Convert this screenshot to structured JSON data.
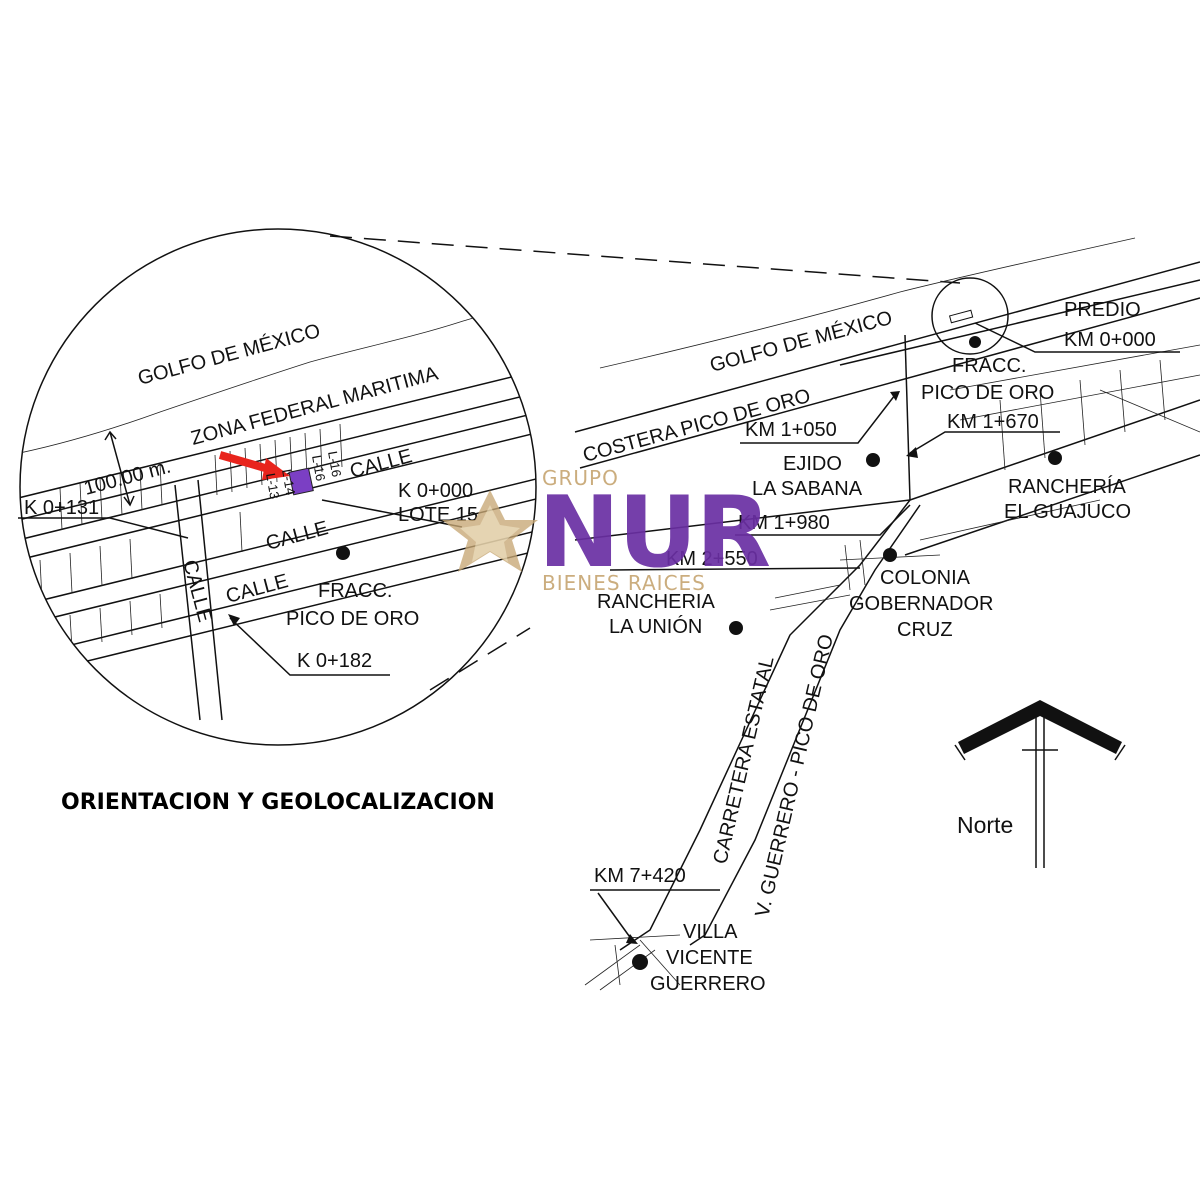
{
  "title": "ORIENTACION Y GEOLOCALIZACION",
  "brand": {
    "top": "GRUPO",
    "main": "NUR",
    "bottom": "BIENES RAICES",
    "colors": {
      "purple": "#6a2fa3",
      "gold": "#c7a774"
    }
  },
  "marker_color": "#7b3fc4",
  "arrow_color": "#e8241c",
  "compass": {
    "label": "Norte",
    "icon": "north-arrow-icon"
  },
  "detail": {
    "golfo": "GOLFO DE MÉXICO",
    "zona": "ZONA FEDERAL MARITIMA",
    "distance": "100.00 m.",
    "calle_1": "CALLE",
    "calle_2": "CALLE",
    "calle_3": "CALLE",
    "calle_4": "CALLE",
    "k0000": "K 0+000",
    "lote": "LOTE 15",
    "k0131": "K 0+131",
    "k0182": "K 0+182",
    "fracc": "FRACC.",
    "fracc_name": "PICO DE ORO",
    "lot_l16a": "L-16",
    "lot_l16b": "L-16",
    "lot_l14": "L-14",
    "lot_l13": "L-13"
  },
  "overview": {
    "golfo": "GOLFO DE MÉXICO",
    "predio": "PREDIO",
    "km0000": "KM 0+000",
    "costera": "COSTERA PICO DE ORO",
    "fracc": "FRACC.",
    "fracc_name": "PICO DE ORO",
    "km1050": "KM 1+050",
    "km1670": "KM 1+670",
    "ejido": "EJIDO",
    "ejido_name": "LA SABANA",
    "rancheria_guajuco": "RANCHERÍA",
    "guajuco_name": "EL GUAJUCO",
    "km1980": "KM 1+980",
    "km2550": "KM 2+550",
    "colonia": "COLONIA",
    "gobernador": "GOBERNADOR",
    "cruz": "CRUZ",
    "rancheria_union": "RANCHERIA",
    "union_name": "LA UNIÓN",
    "carretera": "CARRETERA ESTATAL",
    "guerrero_road": "V. GUERRERO - PICO DE ORO",
    "km7420": "KM 7+420",
    "villa": "VILLA",
    "vicente": "VICENTE",
    "guerrero": "GUERRERO"
  }
}
